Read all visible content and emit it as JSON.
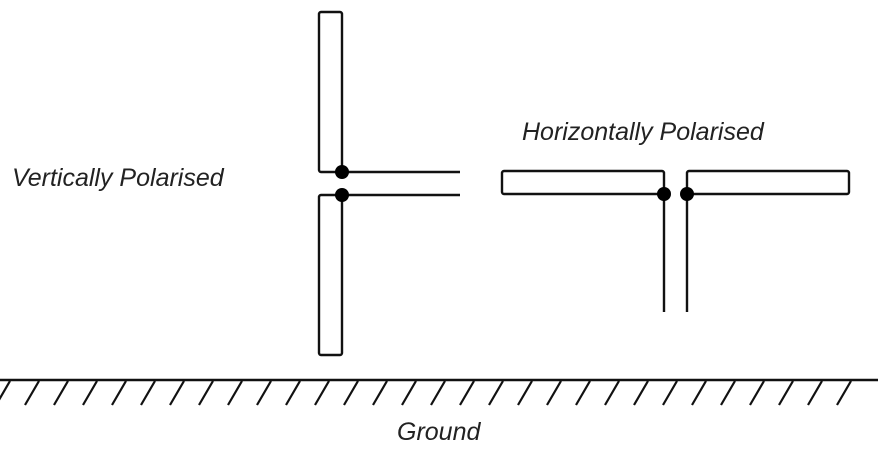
{
  "labels": {
    "vertical": "Vertically Polarised",
    "horizontal": "Horizontally Polarised",
    "ground": "Ground"
  },
  "colors": {
    "line": "#111111",
    "text": "#222222",
    "background": "#ffffff"
  }
}
